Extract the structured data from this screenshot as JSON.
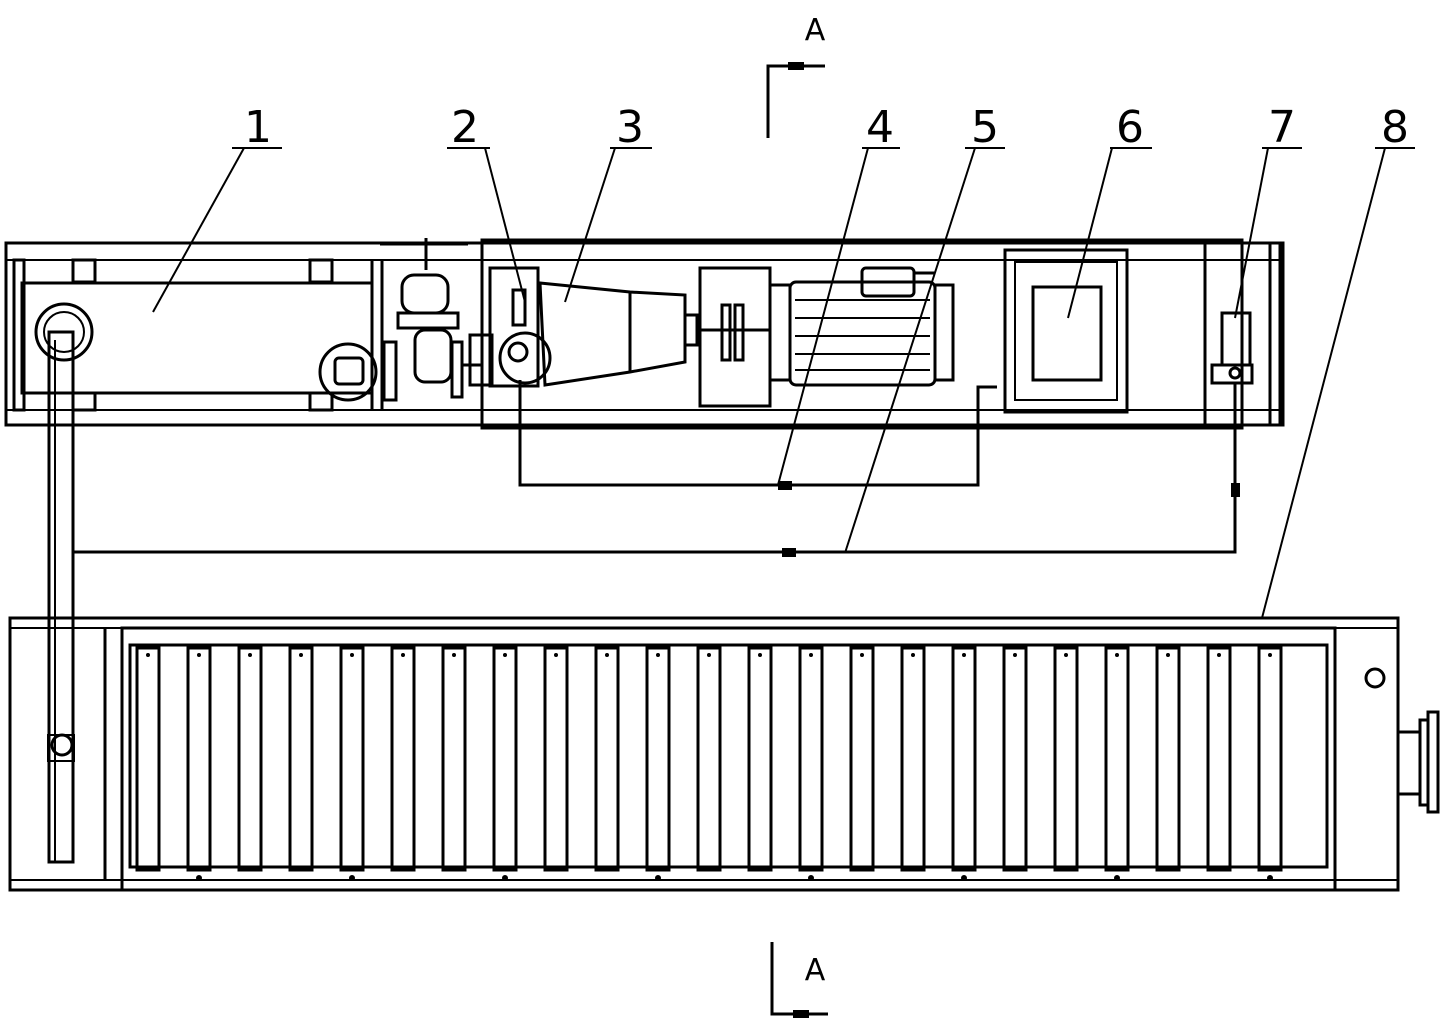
{
  "section_marks": {
    "top": "A",
    "bottom": "A"
  },
  "callouts": [
    "1",
    "2",
    "3",
    "4",
    "5",
    "6",
    "7",
    "8"
  ]
}
